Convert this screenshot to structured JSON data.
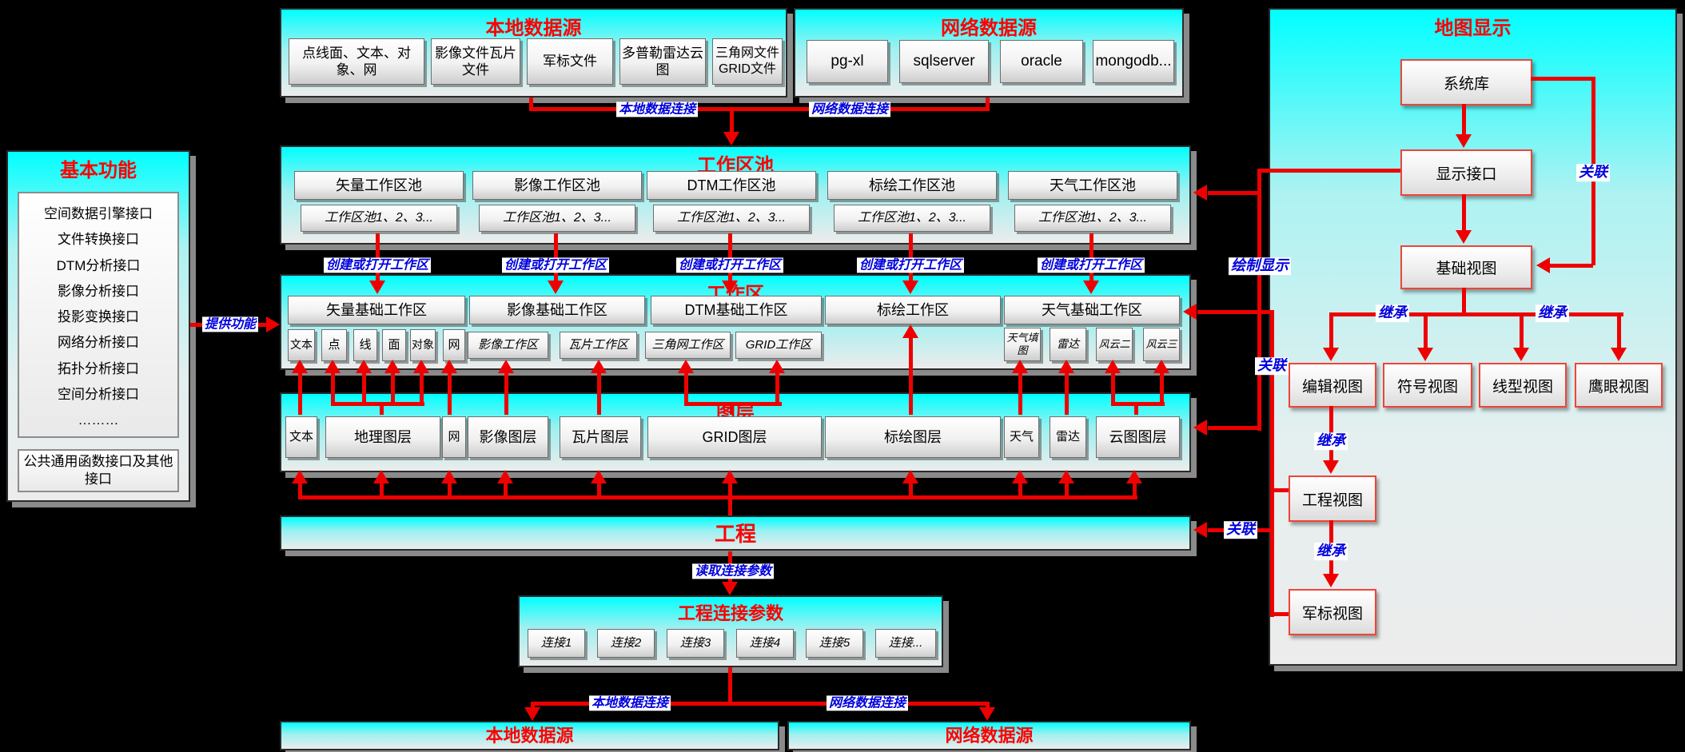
{
  "colors": {
    "line_red": "#ee0000",
    "label_blue": "#0000dd",
    "title_red": "#ff0000",
    "panel_cyan": "#00ffff"
  },
  "edge_labels": {
    "local_conn": "本地数据连接",
    "net_conn": "网络数据连接",
    "create_open": "创建或打开工作区",
    "provide": "提供功能",
    "draw_display": "绘制显示",
    "assoc": "关联",
    "inherit": "继承",
    "read_params": "读取连接参数"
  },
  "local_source": {
    "title": "本地数据源",
    "items": [
      "点线面、文本、对象、网",
      "影像文件瓦片文件",
      "军标文件",
      "多普勒雷达云图",
      "三角网文件GRID文件"
    ]
  },
  "network_source": {
    "title": "网络数据源",
    "items": [
      "pg-xl",
      "sqlserver",
      "oracle",
      "mongodb..."
    ]
  },
  "pool": {
    "title": "工作区池",
    "columns": [
      {
        "name": "矢量工作区池",
        "instances": "工作区池1、2、3..."
      },
      {
        "name": "影像工作区池",
        "instances": "工作区池1、2、3..."
      },
      {
        "name": "DTM工作区池",
        "instances": "工作区池1、2、3..."
      },
      {
        "name": "标绘工作区池",
        "instances": "工作区池1、2、3..."
      },
      {
        "name": "天气工作区池",
        "instances": "工作区池1、2、3..."
      }
    ]
  },
  "workspace": {
    "title": "工作区",
    "groups": [
      "矢量基础工作区",
      "影像基础工作区",
      "DTM基础工作区",
      "标绘工作区",
      "天气基础工作区"
    ],
    "subs": [
      "文本",
      "点",
      "线",
      "面",
      "对象",
      "网",
      "影像工作区",
      "瓦片工作区",
      "三角网工作区",
      "GRID工作区",
      "天气填图",
      "雷达",
      "风云二",
      "风云三"
    ]
  },
  "layers": {
    "title": "图层",
    "items": [
      "文本",
      "地理图层",
      "网",
      "影像图层",
      "瓦片图层",
      "GRID图层",
      "标绘图层",
      "天气",
      "雷达",
      "云图图层"
    ]
  },
  "project": {
    "title": "工程"
  },
  "conn_params": {
    "title": "工程连接参数",
    "items": [
      "连接1",
      "连接2",
      "连接3",
      "连接4",
      "连接5",
      "连接..."
    ]
  },
  "bottom": {
    "local": "本地数据源",
    "network": "网络数据源"
  },
  "basic": {
    "title": "基本功能",
    "interfaces": [
      "空间数据引擎接口",
      "文件转换接口",
      "DTM分析接口",
      "影像分析接口",
      "投影变换接口",
      "网络分析接口",
      "拓扑分析接口",
      "空间分析接口",
      "………"
    ],
    "common": "公共通用函数接口及其他接口"
  },
  "map": {
    "title": "地图显示",
    "system_lib": "系统库",
    "display_if": "显示接口",
    "base_view": "基础视图",
    "views": [
      "编辑视图",
      "符号视图",
      "线型视图",
      "鹰眼视图"
    ],
    "project_view": "工程视图",
    "military_view": "军标视图"
  }
}
